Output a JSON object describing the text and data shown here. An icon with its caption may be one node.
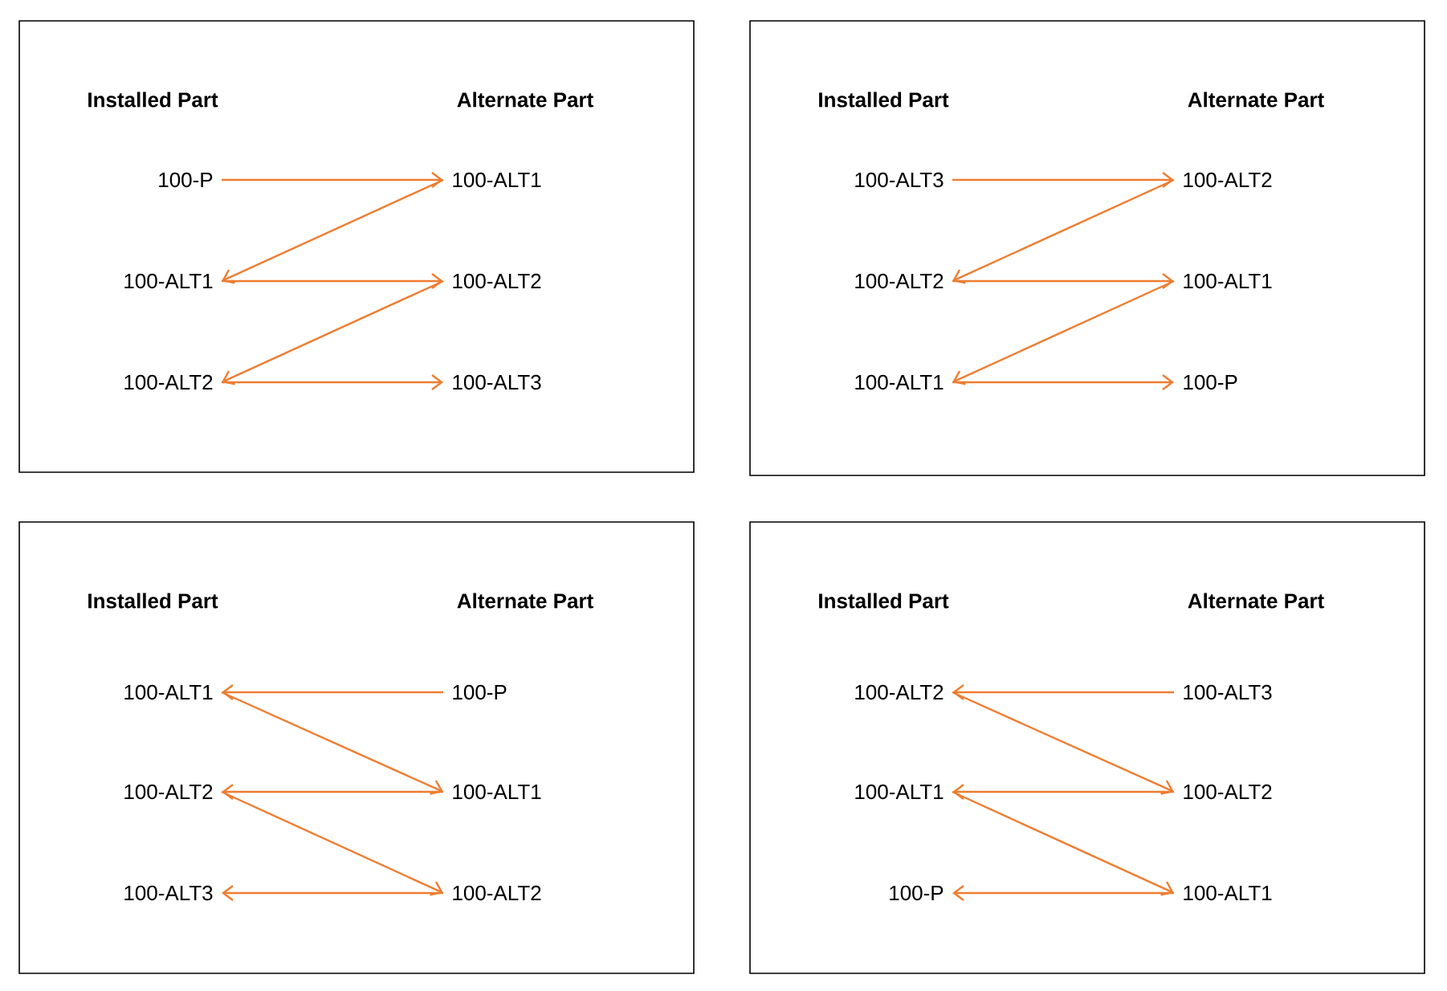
{
  "diagram": {
    "nodes": [
      {
        "text": [
          "Installed Part",
          "Alternate Part"
        ]
      },
      {
        "text": [
          "100-P"
        ],
        "in": 0
      },
      {
        "text": [
          "100-ALT1"
        ],
        "in": 0
      },
      {
        "text": [
          "100-ALT2"
        ],
        "in": 0
      },
      {
        "text": [
          "100-ALT1"
        ],
        "in": 0
      },
      {
        "text": [
          "100-ALT2"
        ],
        "in": 0
      },
      {
        "text": [
          "100-ALT3"
        ],
        "in": 0
      },
      {
        "text": [
          "Installed Part",
          "Alternate Part"
        ]
      },
      {
        "text": [
          "100-ALT3"
        ],
        "in": 7
      },
      {
        "text": [
          "100-ALT2"
        ],
        "in": 7
      },
      {
        "text": [
          "100-ALT1"
        ],
        "in": 7
      },
      {
        "text": [
          "100-ALT2"
        ],
        "in": 7
      },
      {
        "text": [
          "100-ALT1"
        ],
        "in": 7
      },
      {
        "text": [
          "100-P"
        ],
        "in": 7
      },
      {
        "text": [
          "Installed Part",
          "Alternate Part"
        ]
      },
      {
        "text": [
          "100-ALT1"
        ],
        "in": 14
      },
      {
        "text": [
          "100-ALT2"
        ],
        "in": 14
      },
      {
        "text": [
          "100-ALT3"
        ],
        "in": 14
      },
      {
        "text": [
          "100-P"
        ],
        "in": 14
      },
      {
        "text": [
          "100-ALT1"
        ],
        "in": 14
      },
      {
        "text": [
          "100-ALT2"
        ],
        "in": 14
      },
      {
        "text": [
          "Installed Part",
          "Alternate Part"
        ]
      },
      {
        "text": [
          "100-ALT2"
        ],
        "in": 21
      },
      {
        "text": [
          "100-ALT1"
        ],
        "in": 21
      },
      {
        "text": [
          "100-P"
        ],
        "in": 21
      },
      {
        "text": [
          "100-ALT3"
        ],
        "in": 21
      },
      {
        "text": [
          "100-ALT2"
        ],
        "in": 21
      },
      {
        "text": [
          "100-ALT1"
        ],
        "in": 21
      }
    ],
    "edges": [
      {
        "from": 1,
        "to": 4,
        "arrow": "to"
      },
      {
        "from": 4,
        "to": 2,
        "arrow": "to"
      },
      {
        "from": 2,
        "to": 5,
        "arrow": "to"
      },
      {
        "from": 5,
        "to": 3,
        "arrow": "to"
      },
      {
        "from": 3,
        "to": 6,
        "arrow": "to"
      },
      {
        "from": 8,
        "to": 11,
        "arrow": "to"
      },
      {
        "from": 11,
        "to": 9,
        "arrow": "to"
      },
      {
        "from": 9,
        "to": 12,
        "arrow": "to"
      },
      {
        "from": 12,
        "to": 10,
        "arrow": "to"
      },
      {
        "from": 10,
        "to": 13,
        "arrow": "to"
      },
      {
        "from": 18,
        "to": 15,
        "arrow": "to"
      },
      {
        "from": 15,
        "to": 19,
        "arrow": "to"
      },
      {
        "from": 19,
        "to": 16,
        "arrow": "to"
      },
      {
        "from": 16,
        "to": 20,
        "arrow": "to"
      },
      {
        "from": 20,
        "to": 17,
        "arrow": "to"
      },
      {
        "from": 25,
        "to": 22,
        "arrow": "to"
      },
      {
        "from": 22,
        "to": 26,
        "arrow": "to"
      },
      {
        "from": 26,
        "to": 23,
        "arrow": "to"
      },
      {
        "from": 23,
        "to": 27,
        "arrow": "to"
      },
      {
        "from": 27,
        "to": 24,
        "arrow": "to"
      }
    ]
  }
}
